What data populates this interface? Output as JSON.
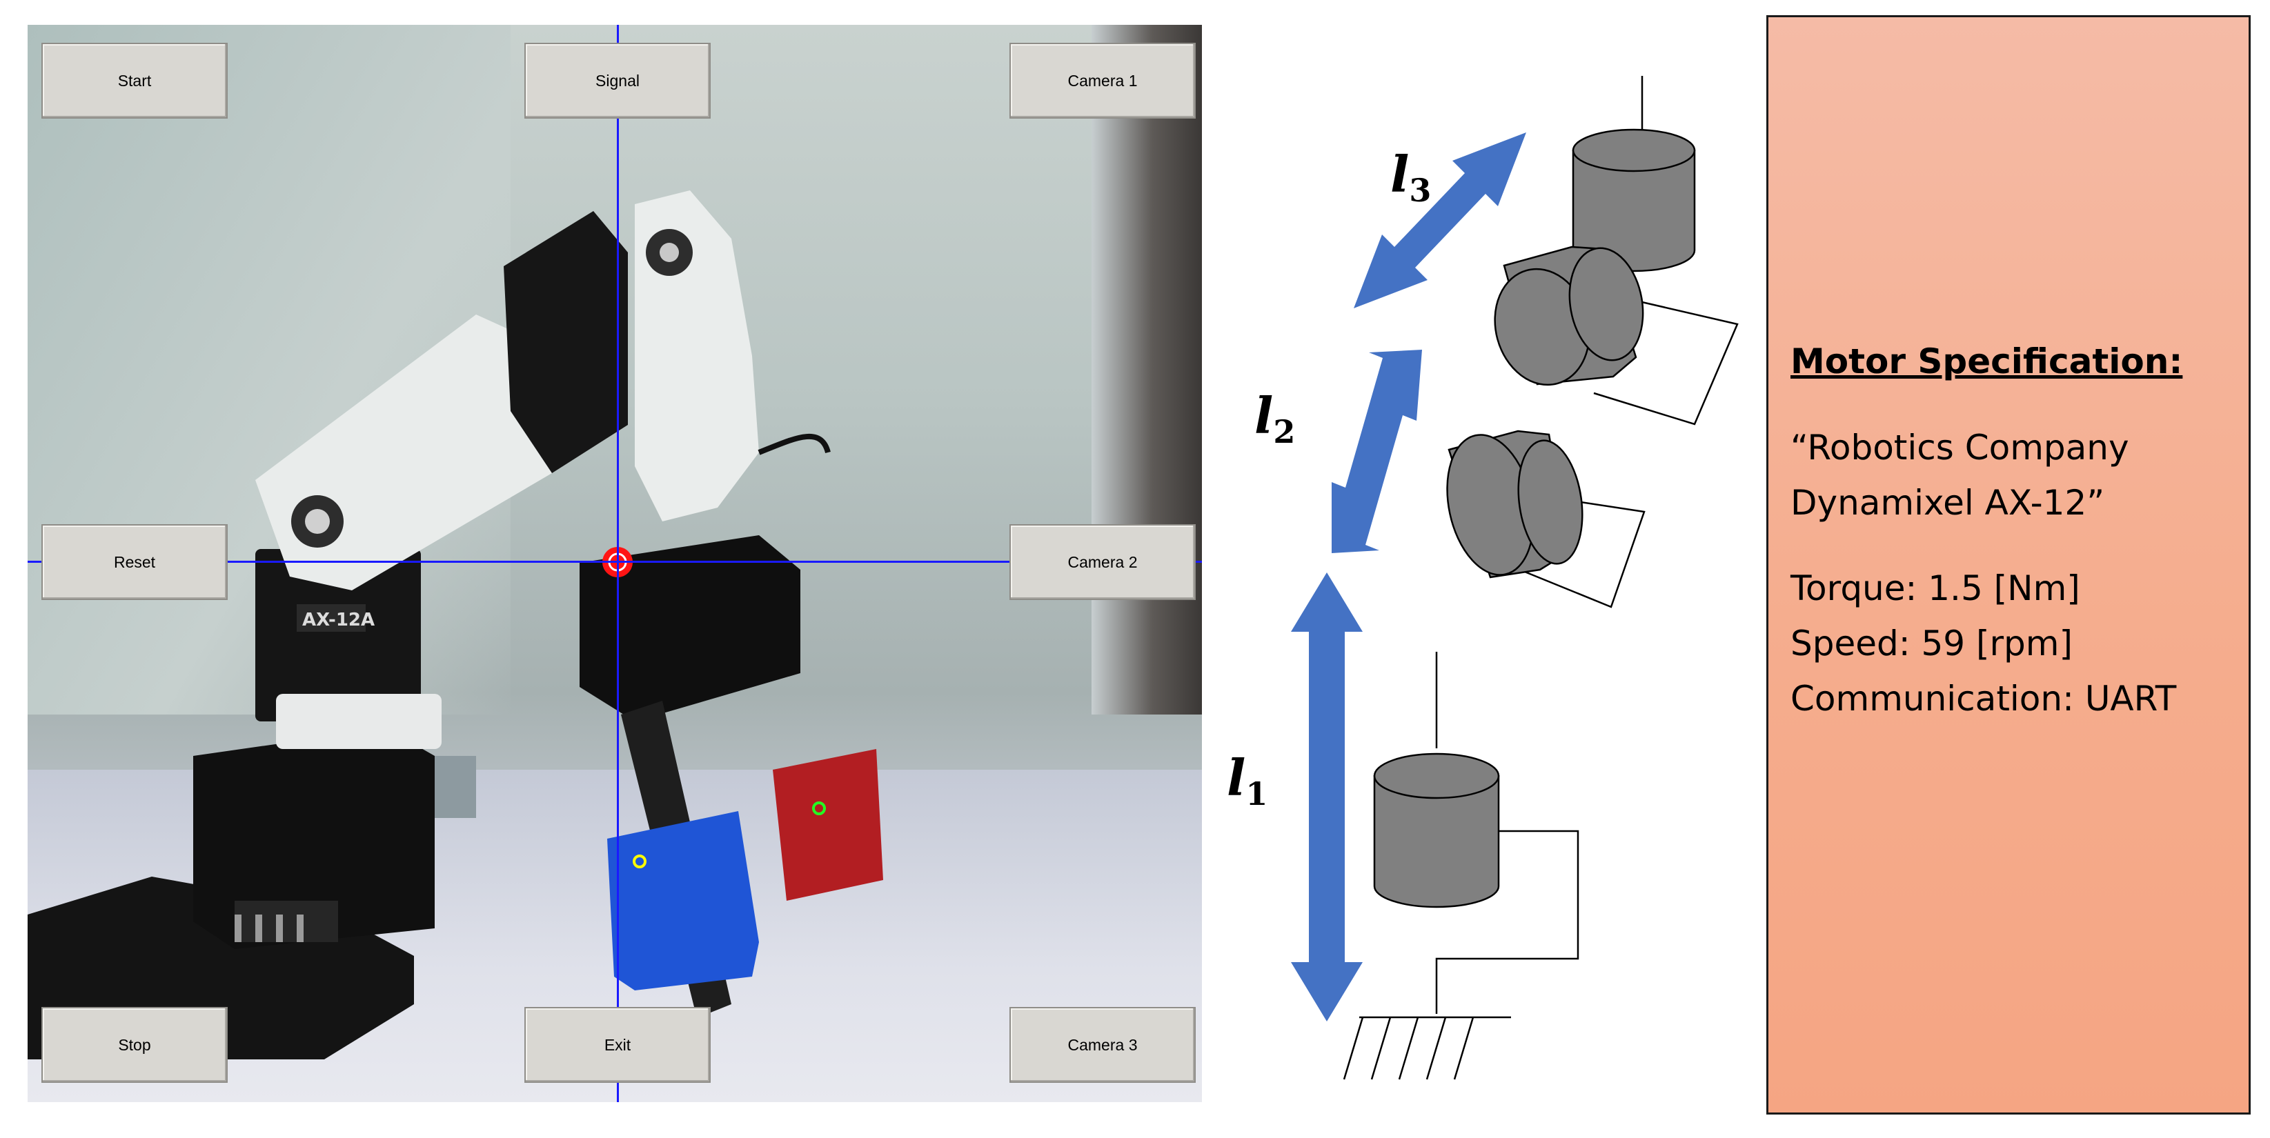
{
  "camera_view": {
    "buttons": {
      "start": "Start",
      "signal": "Signal",
      "camera1": "Camera 1",
      "reset": "Reset",
      "camera2": "Camera 2",
      "stop": "Stop",
      "exit": "Exit",
      "camera3": "Camera 3"
    },
    "servo_label": "AX-12A"
  },
  "diagram": {
    "links": [
      {
        "base": "l",
        "sub": "3"
      },
      {
        "base": "l",
        "sub": "2"
      },
      {
        "base": "l",
        "sub": "1"
      }
    ],
    "arrow_color": "#4472c4",
    "motor_color": "#808080"
  },
  "spec": {
    "title": "Motor Specification:",
    "model_line1": "“Robotics Company",
    "model_line2": "Dynamixel AX-12”",
    "torque": "Torque: 1.5 [Nm]",
    "speed": "Speed: 59 [rpm]",
    "communication": "Communication: UART"
  }
}
